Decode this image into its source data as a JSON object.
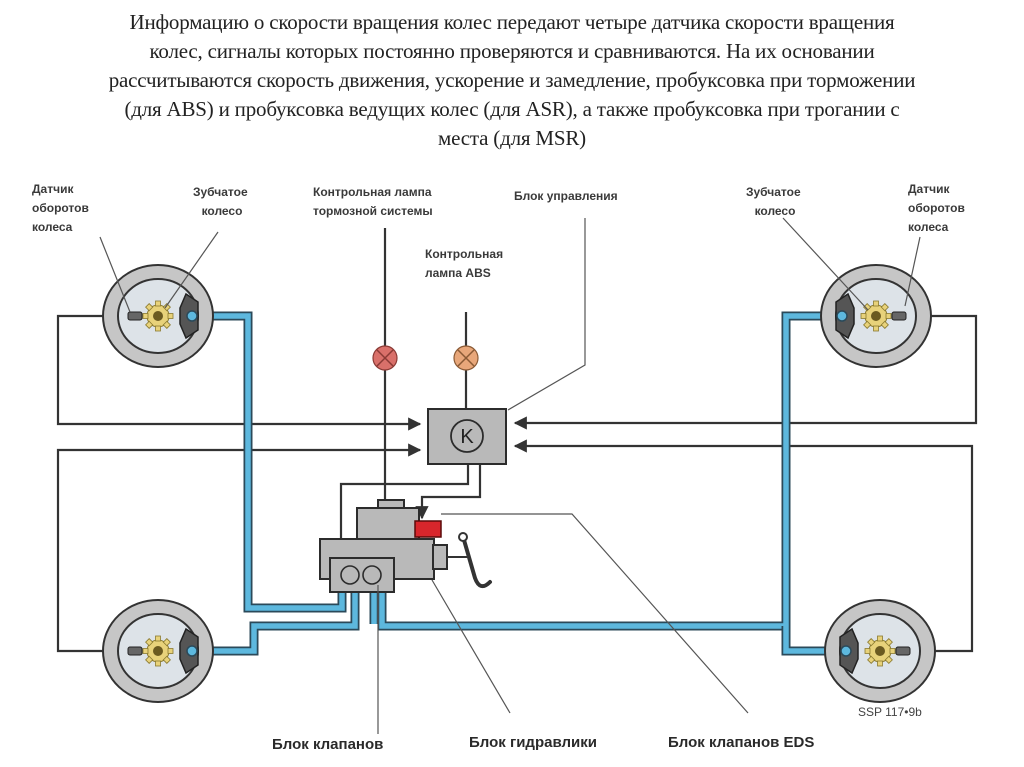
{
  "caption": {
    "lines": [
      "Информацию о скорости вращения колес передают четыре датчика скорости вращения",
      "колес, сигналы которых постоянно проверяются и сравниваются. На их основании",
      "рассчитываются скорость движения, ускорение и замедление, пробуксовка при торможении",
      "(для ABS) и пробуксовка ведущих колес (для ASR), а также пробуксовка при трогании с",
      "места (для MSR)"
    ]
  },
  "labels": {
    "left_sensor": [
      "Датчик",
      "оборотов",
      "колеса"
    ],
    "left_toothed_wheel": [
      "Зубчатое",
      "колесо"
    ],
    "brake_lamp": [
      "Контрольная лампа",
      "тормозной системы"
    ],
    "control_unit": "Блок управления",
    "abs_lamp": [
      "Контрольная",
      "лампа ABS"
    ],
    "right_toothed_wheel": [
      "Зубчатое",
      "колесо"
    ],
    "right_sensor": [
      "Датчик",
      "оборотов",
      "колеса"
    ],
    "valve_block": "Блок клапанов",
    "hydraulic_unit": "Блок гидравлики",
    "eds_valve_block": "Блок клапанов EDS",
    "figure_code": "SSP 117•9b"
  },
  "control_unit_symbol": "K",
  "colors": {
    "brake_lamp": "#d9706a",
    "abs_lamp": "#e8a77a",
    "eds_valve": "#d8262c",
    "brake_pipe": "#5db8de",
    "unit_fill": "#b9b9b9",
    "gear": "#e8d27a"
  }
}
